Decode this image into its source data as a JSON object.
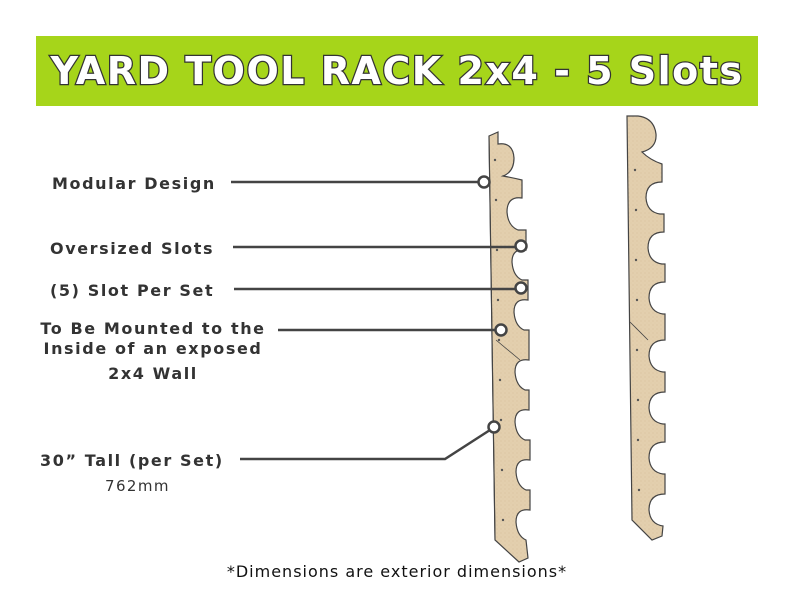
{
  "title": "YARD TOOL RACK 2x4 - 5 Slots",
  "callouts": {
    "modular": "Modular Design",
    "oversized": "Oversized Slots",
    "slots_per_set": "(5) Slot Per Set",
    "mount_line1": "To Be Mounted to the",
    "mount_line2": "Inside of an exposed",
    "mount_line3": "2x4 Wall",
    "tall": "30” Tall (per Set)",
    "tall_metric": "762mm"
  },
  "footnote": "*Dimensions are exterior dimensions*",
  "colors": {
    "banner": "#a6d51a",
    "wood": "#e3cfae",
    "wood_edge": "#c8b08a",
    "outline": "#444444"
  }
}
